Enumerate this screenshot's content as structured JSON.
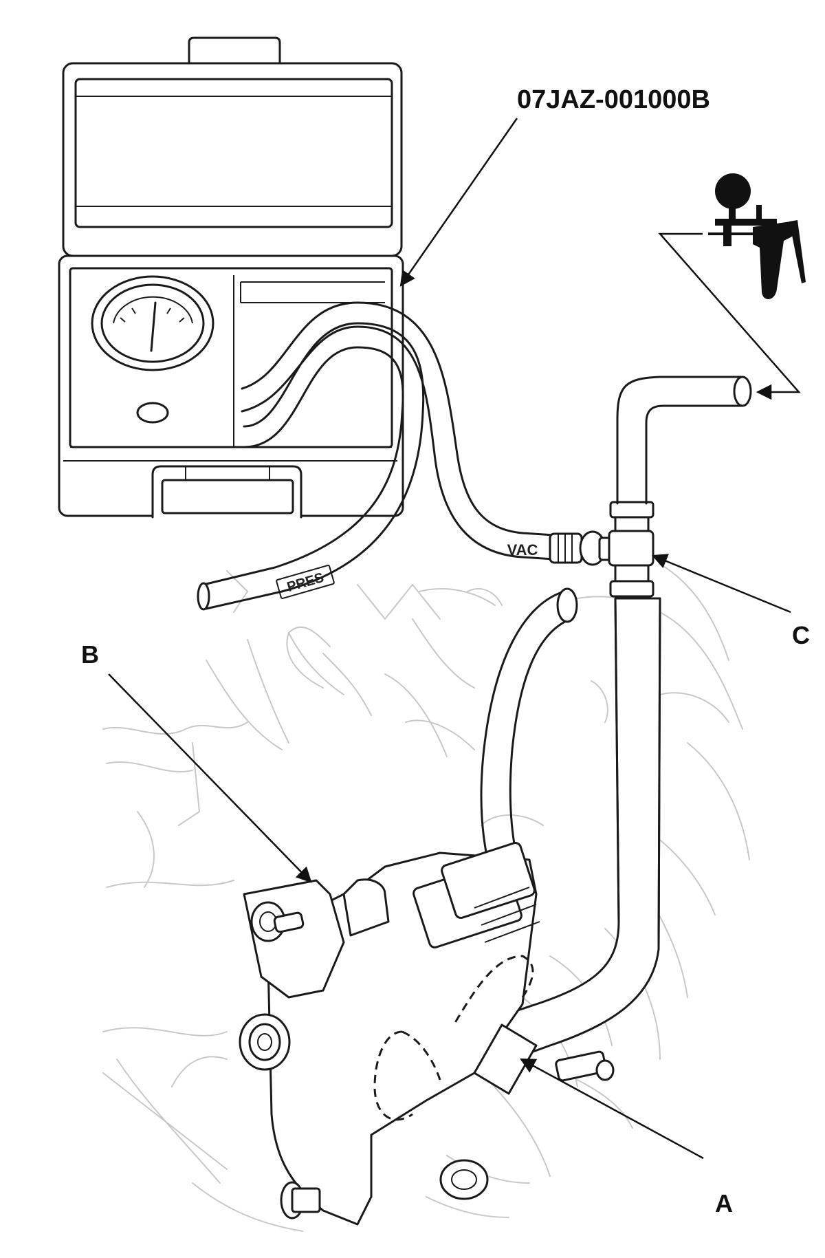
{
  "labels": {
    "tool_number": "07JAZ-001000B",
    "label_a": "A",
    "label_b": "B",
    "label_c": "C",
    "hose_vac": "VAC",
    "hose_pres": "PRES"
  },
  "icons": {
    "vacuum_pump": "hand-vacuum-pump-icon"
  },
  "colors": {
    "line": "#1a1a1a",
    "background_linework": "#c8c8c8",
    "paper": "#ffffff"
  }
}
